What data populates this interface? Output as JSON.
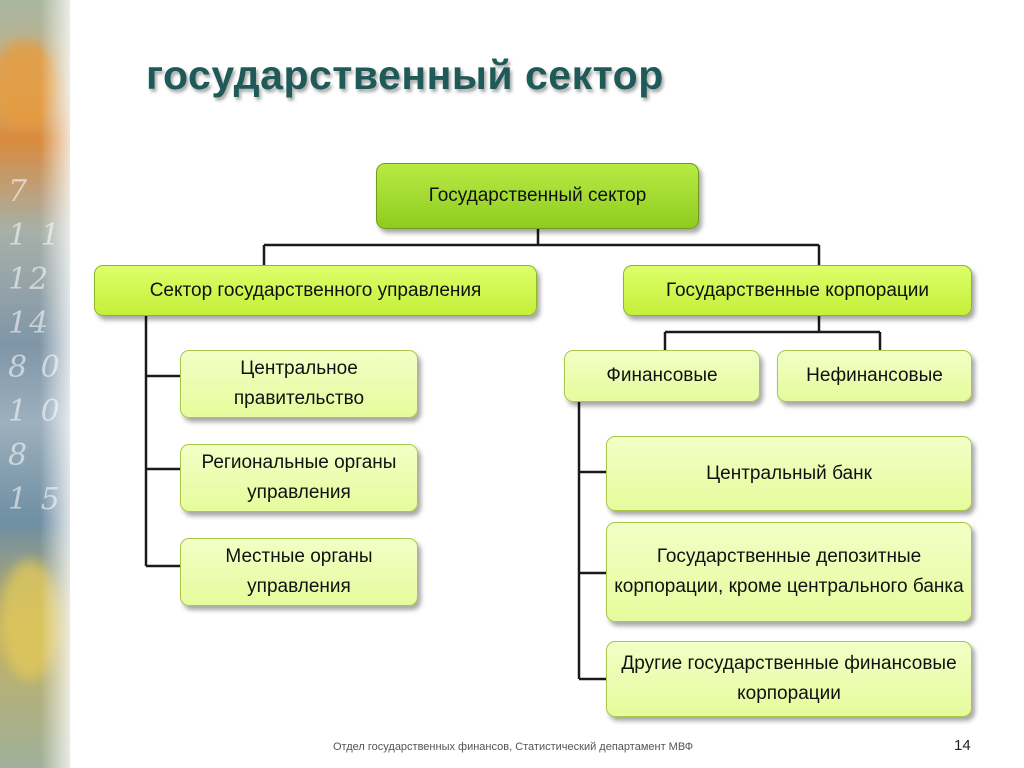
{
  "title": "государственный сектор",
  "nodes": {
    "root": "Государственный сектор",
    "gen_gov": "Сектор государственного управления",
    "corps": "Государственные корпорации",
    "central": "Центральное правительство",
    "regional": "Региональные органы управления",
    "local": "Местные органы управления",
    "financial": "Финансовые",
    "nonfinancial": "Нефинансовые",
    "central_bank": "Центральный банк",
    "deposit": "Государственные депозитные корпорации, кроме центрального банка",
    "other_fin": "Другие государственные финансовые корпорации"
  },
  "footer": "Отдел государственных финансов, Статистический департамент МВФ",
  "page_number": "14",
  "colors": {
    "title": "#1f5a58",
    "root_fill": "#8fcc1f",
    "mid_fill": "#c5ef3a",
    "leaf_fill": "#e6fb9c",
    "connector": "#1a1a1a"
  }
}
